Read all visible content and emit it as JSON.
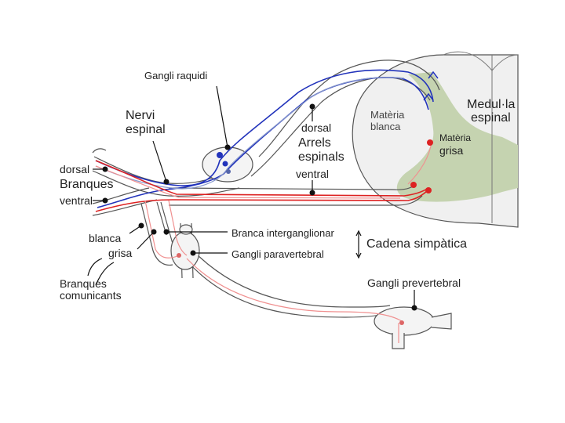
{
  "labels": {
    "gangli_raquidi": "Gangli raquidi",
    "nervi": "Nervi",
    "espinal": "espinal",
    "dorsal_root": "dorsal",
    "arrels": "Arrels",
    "espinals": "espinals",
    "ventral_root": "ventral",
    "materia_blanca_1": "Matèria",
    "materia_blanca_2": "blanca",
    "medula_1": "Medul·la",
    "medula_2": "espinal",
    "materia_grisa_1": "Matèria",
    "materia_grisa_2": "grisa",
    "dorsal_branch": "dorsal",
    "branques": "Branques",
    "ventral_branch": "ventral",
    "blanca": "blanca",
    "grisa": "grisa",
    "branques_com_1": "Branques",
    "branques_com_2": "comunicants",
    "branca_interganglionar": "Branca interganglionar",
    "gangli_paravertebral": "Gangli paravertebral",
    "cadena_simpatica": "Cadena simpàtica",
    "gangli_prevertebral": "Gangli prevertebral"
  },
  "colors": {
    "sensory": "#2233bb",
    "motor": "#dd2222",
    "grey_matter": "#c5d3b0",
    "outline": "#333333"
  }
}
